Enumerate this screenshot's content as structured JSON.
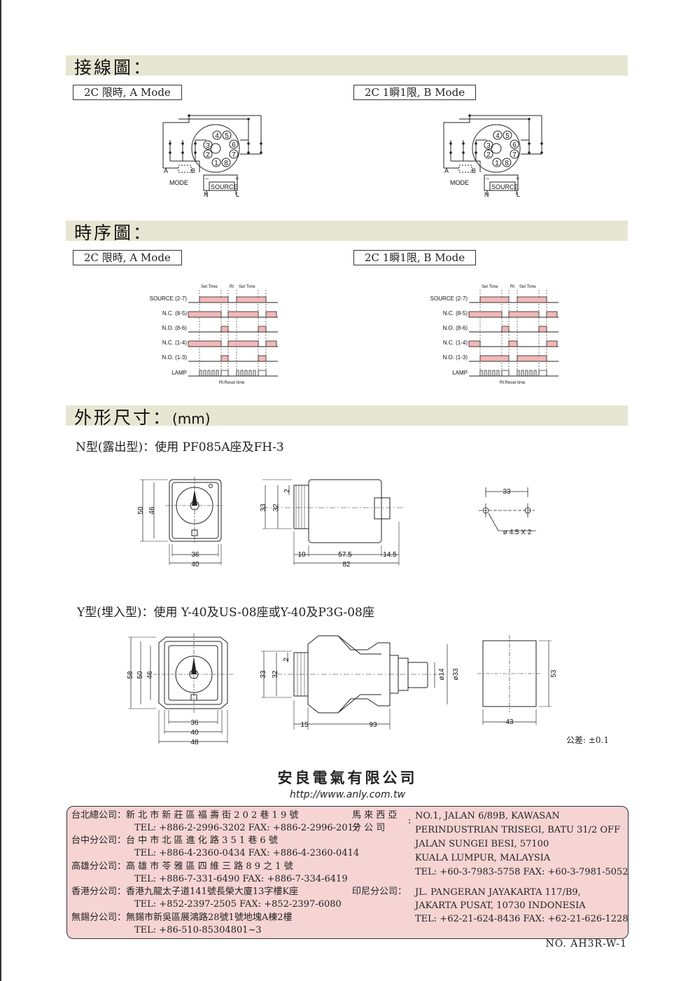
{
  "sections": {
    "wiring": {
      "title": "接線圖："
    },
    "timing": {
      "title": "時序圖："
    },
    "dimensions": {
      "title": "外形尺寸：",
      "unit": "(mm)"
    }
  },
  "modes": {
    "a_mode": "2C 限時, A Mode",
    "b_mode": "2C 1瞬1限, B Mode"
  },
  "wiring_labels": {
    "pins": [
      "1",
      "2",
      "3",
      "4",
      "5",
      "6",
      "7",
      "8"
    ],
    "mode_label": "MODE",
    "a": "A",
    "b": "B",
    "source": "SOURCE",
    "n": "N",
    "l": "L",
    "minus": "−",
    "plus": "+"
  },
  "timing_labels": {
    "set_time": "Set Time",
    "rt": "Rt",
    "rows": [
      "SOURCE (2-7)",
      "N.C. (8-5)",
      "N.O. (8-6)",
      "N.C. (1-4)",
      "N.O. (1-3)",
      "LAMP"
    ],
    "reset": "Rt:Reset time"
  },
  "n_type": {
    "subtitle": "N型(露出型)：使用 PF085A座及FH-3",
    "dims": {
      "h50": "50",
      "h46": "46",
      "w36": "36",
      "w40": "40",
      "d33": "33",
      "d32": "32",
      "d2": "2",
      "l10": "10",
      "l57_5": "57.5",
      "l14_5": "14.5",
      "l82": "82",
      "hole33": "33",
      "hole_dia": "ø 4.5 X 2"
    }
  },
  "y_type": {
    "subtitle": "Y型(埋入型)：使用 Y-40及US-08座或Y-40及P3G-08座",
    "dims": {
      "h58": "58",
      "h50": "50",
      "h46": "46",
      "w36": "36",
      "w40": "40",
      "w48": "48",
      "d33": "33",
      "d32": "32",
      "d2": "2",
      "l15": "15",
      "l93": "93",
      "d14": "ø14",
      "d33b": "ø33",
      "w43": "43",
      "h53": "53"
    }
  },
  "tolerance": "公差: ±0.1",
  "company": {
    "name": "安良電氣有限公司",
    "url": "http://www.anly.com.tw"
  },
  "branches": {
    "taipei": {
      "label": "台北總公司：",
      "address": "新 北 市 新 莊 區 福 壽 街 2 0 2 巷 1 9 號",
      "tel": "TEL: +886-2-2996-3202  FAX: +886-2-2996-2017"
    },
    "taichung": {
      "label": "台中分公司：",
      "address": "台 中 市 北 區 進 化 路 3 5 1 巷 6 號",
      "tel": "TEL: +886-4-2360-0434  FAX: +886-4-2360-0414"
    },
    "kaohsiung": {
      "label": "高雄分公司：",
      "address": "高 雄 市 苓 雅 區 四 維 三 路 8 9 之 1 號",
      "tel": "TEL: +886-7-331-6490  FAX: +886-7-334-6419"
    },
    "hongkong": {
      "label": "香港分公司：",
      "address": "香港九龍太子道141號長榮大廈13字樓K座",
      "tel": "TEL: +852-2397-2505     FAX: +852-2397-6080"
    },
    "wuxi": {
      "label": "無錫分公司：",
      "address": "無錫市新吳區展鴻路28號1號地塊A棟2樓",
      "tel": "TEL: +86-510-85304801~3"
    },
    "malaysia": {
      "label_line1": "馬 來 西 亞",
      "label_line2": "分   公   司",
      "colon": ":",
      "lines": [
        "NO.1, JALAN 6/89B, KAWASAN",
        "PERINDUSTRIAN TRISEGI, BATU 31/2 OFF",
        "JALAN SUNGEI BESI, 57100",
        "KUALA LUMPUR, MALAYSIA",
        "TEL: +60-3-7983-5758  FAX: +60-3-7981-5052"
      ]
    },
    "indonesia": {
      "label": "印尼分公司：",
      "lines": [
        "JL. PANGERAN JAYAKARTA 117/B9,",
        "JAKARTA PUSAT, 10730 INDONESIA",
        "TEL: +62-21-624-8436  FAX: +62-21-626-1228"
      ]
    }
  },
  "doc_no": "NO. AH3R-W-1"
}
